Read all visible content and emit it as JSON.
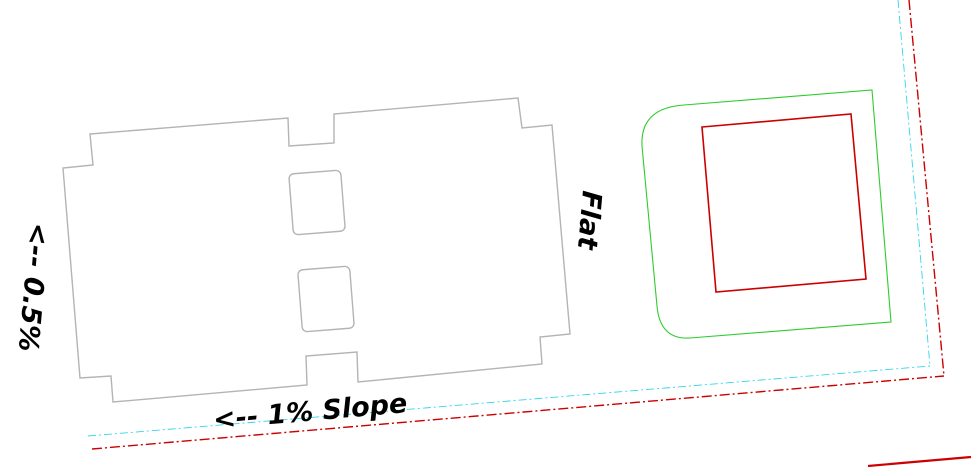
{
  "annotations": {
    "slope_bottom": "<-- 1% Slope",
    "slope_left": "<-- 0.5%",
    "flat_right": "Flat"
  },
  "colors": {
    "background": "#ffffff",
    "building_outline": "#b4b4b4",
    "pad_outline": "#2ecc2e",
    "inner_square": "#cc0000",
    "setback_line": "#33d6e6",
    "property_line": "#cc0000",
    "text": "#000000"
  }
}
